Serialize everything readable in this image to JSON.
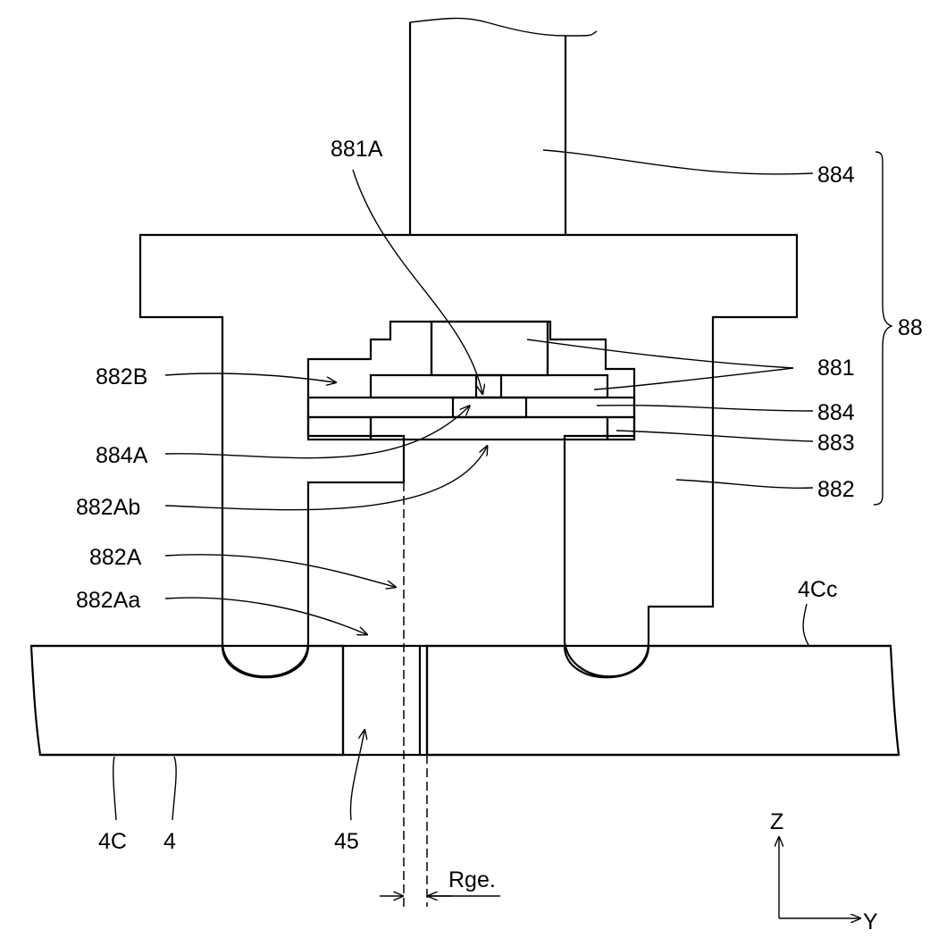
{
  "labels": {
    "l881A": "881A",
    "l884top": "884",
    "l88": "88",
    "l881": "881",
    "l884": "884",
    "l883": "883",
    "l882": "882",
    "l882B": "882B",
    "l884A": "884A",
    "l882Ab": "882Ab",
    "l882A": "882A",
    "l882Aa": "882Aa",
    "l4Cc": "4Cc",
    "l4C": "4C",
    "l4": "4",
    "l45": "45",
    "lRge": "Rge.",
    "lZ": "Z",
    "lY": "Y"
  }
}
